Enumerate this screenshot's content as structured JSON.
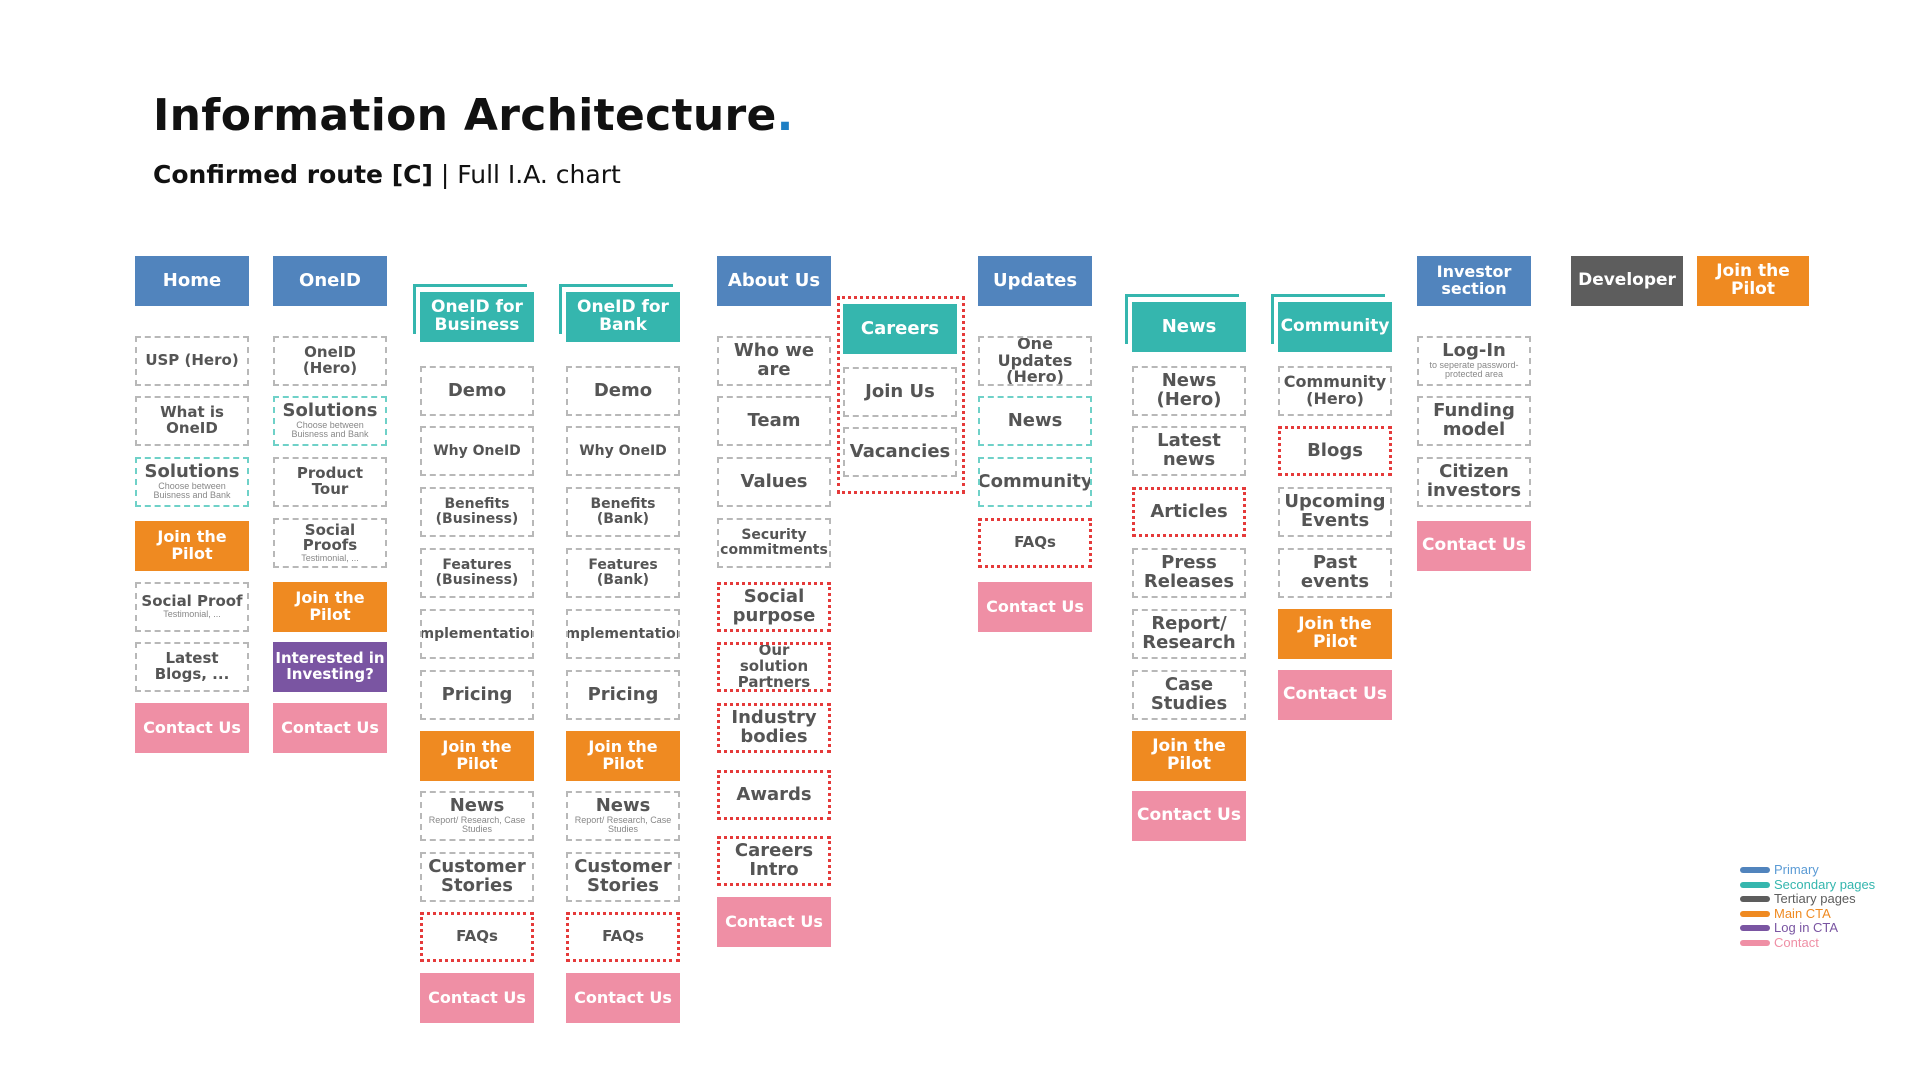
{
  "title": "Information Architecture",
  "title_dot": ".",
  "subtitle_bold": "Confirmed route [C]",
  "subtitle_sep": " | ",
  "subtitle_rest": "Full I.A. chart",
  "columns": {
    "home": {
      "header": "Home",
      "items": [
        "USP (Hero)",
        "What is OneID",
        "Solutions",
        "Join the Pilot",
        "Social Proof",
        "Latest Blogs, ...",
        "Contact Us"
      ],
      "notes": {
        "solutions": "Choose between Buisness and Bank",
        "social_proof": "Testimonial, ..."
      }
    },
    "oneid": {
      "header": "OneID",
      "items": [
        "OneID (Hero)",
        "Solutions",
        "Product Tour",
        "Social Proofs",
        "Join the Pilot",
        "Interested in Investing?",
        "Contact Us"
      ],
      "notes": {
        "solutions": "Choose between Buisness and Bank",
        "social_proofs": "Testimonial, ..."
      }
    },
    "oneid_business": {
      "header": "OneID for Business",
      "items": [
        "Demo",
        "Why OneID",
        "Benefits (Business)",
        "Features (Business)",
        "Implementation",
        "Pricing",
        "Join the Pilot",
        "News",
        "Customer Stories",
        "FAQs",
        "Contact Us"
      ],
      "notes": {
        "news": "Report/ Research, Case Studies"
      }
    },
    "oneid_bank": {
      "header": "OneID for Bank",
      "items": [
        "Demo",
        "Why OneID",
        "Benefits (Bank)",
        "Features (Bank)",
        "Implementation",
        "Pricing",
        "Join the Pilot",
        "News",
        "Customer Stories",
        "FAQs",
        "Contact Us"
      ],
      "notes": {
        "news": "Report/ Research, Case Studies"
      }
    },
    "about": {
      "header": "About Us",
      "items": [
        "Who we are",
        "Team",
        "Values",
        "Security commitments",
        "Social purpose",
        "Our solution Partners",
        "Industry bodies",
        "Awards",
        "Careers Intro",
        "Contact Us"
      ]
    },
    "careers": {
      "header": "Careers",
      "items": [
        "Join Us",
        "Vacancies"
      ]
    },
    "updates": {
      "header": "Updates",
      "items": [
        "One Updates (Hero)",
        "News",
        "Community",
        "FAQs",
        "Contact Us"
      ]
    },
    "news": {
      "header": "News",
      "items": [
        "News (Hero)",
        "Latest news",
        "Articles",
        "Press Releases",
        "Report/ Research",
        "Case Studies",
        "Join the Pilot",
        "Contact Us"
      ]
    },
    "community": {
      "header": "Community",
      "items": [
        "Community (Hero)",
        "Blogs",
        "Upcoming Events",
        "Past events",
        "Join the Pilot",
        "Contact Us"
      ]
    },
    "investor": {
      "header": "Investor section",
      "items": [
        "Log-In",
        "Funding model",
        "Citizen investors",
        "Contact Us"
      ],
      "notes": {
        "login": "to seperate password-protected area"
      }
    },
    "developer": {
      "header": "Developer"
    },
    "join_pilot": {
      "header": "Join the Pilot"
    }
  },
  "legend": [
    {
      "label": "Primary",
      "color": "#5184bd",
      "text_color": "#5b9bd5"
    },
    {
      "label": "Secondary pages",
      "color": "#35b6ae",
      "text_color": "#35b6ae"
    },
    {
      "label": "Tertiary pages",
      "color": "#5d5d5d",
      "text_color": "#5d5d5d"
    },
    {
      "label": "Main CTA",
      "color": "#ef8a21",
      "text_color": "#ef8a21"
    },
    {
      "label": "Log in CTA",
      "color": "#7a55a2",
      "text_color": "#7a55a2"
    },
    {
      "label": "Contact",
      "color": "#ef8fa5",
      "text_color": "#ef8fa5"
    }
  ]
}
